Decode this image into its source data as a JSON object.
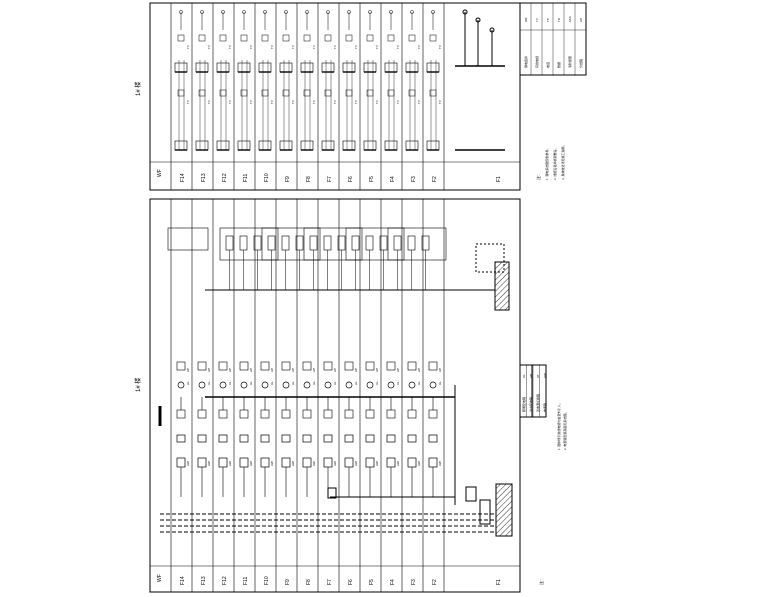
{
  "sheet": {
    "lower_title": "1# 楼",
    "upper_title": "1# 楼",
    "col_header": "WF",
    "floors": [
      "F14",
      "F13",
      "F12",
      "F11",
      "F10",
      "F9",
      "F8",
      "F7",
      "F6",
      "F5",
      "F4",
      "F3",
      "F2"
    ],
    "base_label": "F1"
  },
  "lower_legend": {
    "rows": [
      {
        "code": "AL",
        "desc": "照明配电箱"
      },
      {
        "code": "AP",
        "desc": "动力配电箱"
      },
      {
        "code": "AT",
        "desc": "双电源切换箱"
      },
      {
        "code": "AW",
        "desc": "电表箱"
      }
    ],
    "notes_title": "注：",
    "notes": [
      "1. 图中所示进线电缆均由室外引入。",
      "2. 电表箱安装高度见系统图。"
    ]
  },
  "upper_legend": {
    "rows": [
      {
        "symbol": "WF",
        "desc": "弱电竖井"
      },
      {
        "symbol": "TV",
        "desc": "有线电视"
      },
      {
        "symbol": "TP",
        "desc": "电话"
      },
      {
        "symbol": "TD",
        "desc": "数据"
      },
      {
        "symbol": "FAS",
        "desc": "消防报警"
      },
      {
        "symbol": "AP",
        "desc": "分线箱"
      }
    ],
    "notes_title": "注：",
    "notes": [
      "1. 弱电系统图仅供参考。",
      "2. 线缆沿竖井桥架敷设。",
      "3. 具体做法详见施工说明。"
    ]
  },
  "colors": {
    "line": "#000000",
    "paper": "#ffffff"
  }
}
